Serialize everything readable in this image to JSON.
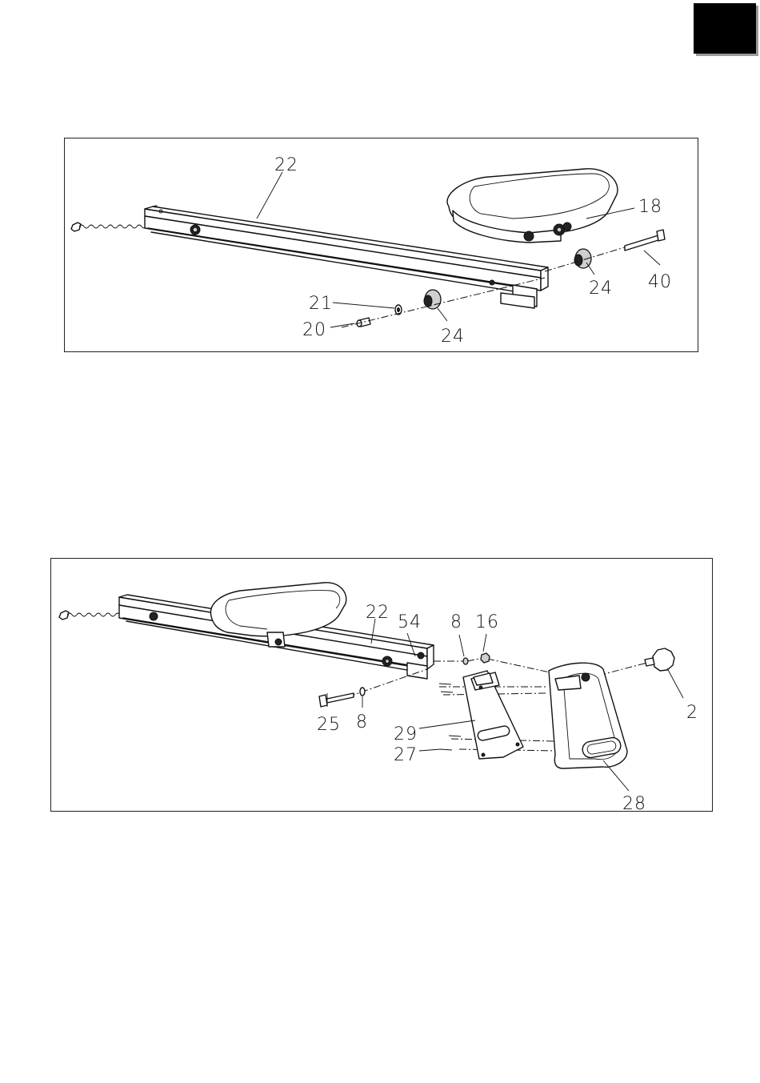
{
  "page": {
    "tab_color": "#000000"
  },
  "diagram_top": {
    "labels": {
      "rail": "22",
      "seat": "18",
      "bolt_long": "40",
      "roller_right": "24",
      "washer": "21",
      "roller_left": "24",
      "bushing": "20"
    }
  },
  "diagram_bottom": {
    "labels": {
      "rail": "22",
      "end_cap": "54",
      "washer_a": "8",
      "nut": "16",
      "knob": "2",
      "bolt": "25",
      "washer_b": "8",
      "bracket": "29",
      "screws": "27",
      "foot_stand": "28"
    }
  }
}
